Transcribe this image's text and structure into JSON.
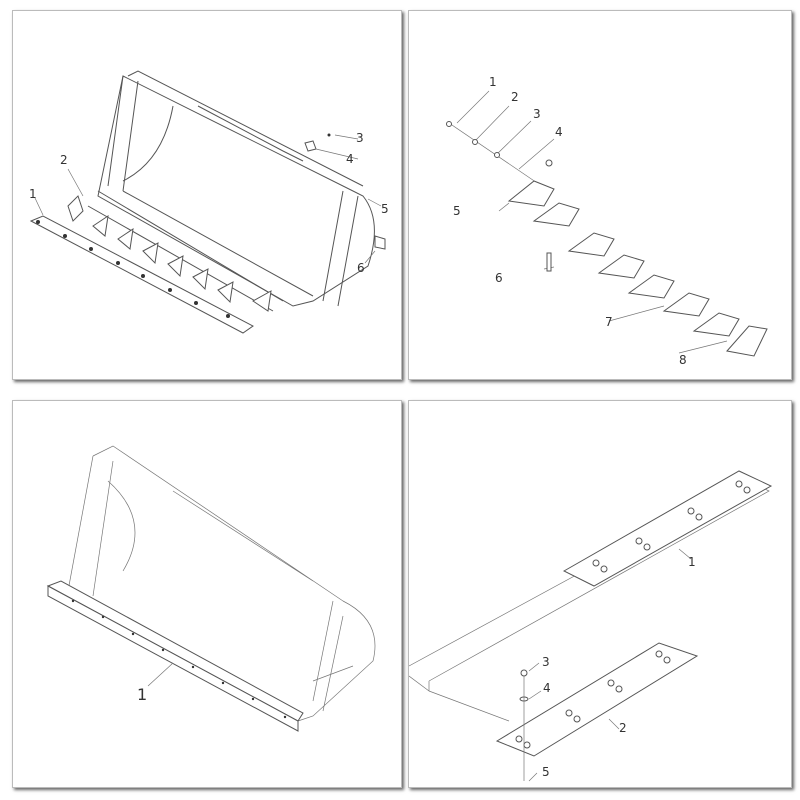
{
  "panels": [
    {
      "title": "bucket-assembly",
      "labels": [
        "1",
        "2",
        "3",
        "4",
        "5",
        "6"
      ]
    },
    {
      "title": "teeth-exploded",
      "labels": [
        "1",
        "2",
        "3",
        "4",
        "5",
        "6",
        "7",
        "8"
      ]
    },
    {
      "title": "bucket-cutting-edge",
      "labels": [
        "1"
      ]
    },
    {
      "title": "wear-plate-detail",
      "labels": [
        "1",
        "2",
        "3",
        "4",
        "5"
      ]
    }
  ]
}
